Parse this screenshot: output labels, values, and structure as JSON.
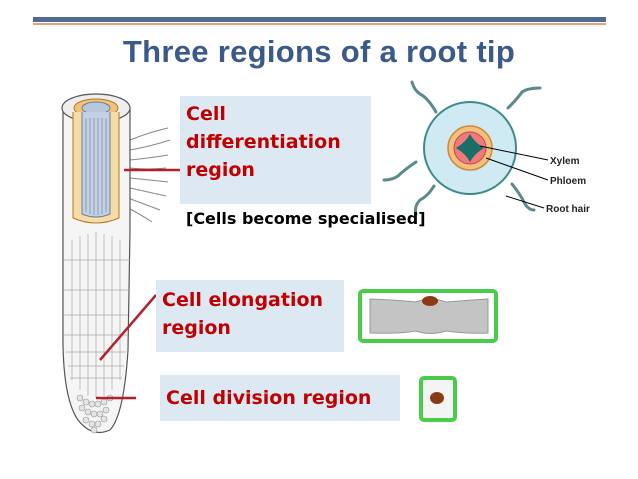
{
  "slide": {
    "title": "Three regions of a root tip"
  },
  "regions": {
    "differentiation": {
      "line1": "Cell",
      "line2": "differentiation",
      "line3": "region",
      "note": "[Cells become specialised]"
    },
    "elongation": {
      "line1": "Cell elongation",
      "line2": "region"
    },
    "division": {
      "label": "Cell division region"
    }
  },
  "cross_section": {
    "xylem_label": "Xylem",
    "phloem_label": "Phloem",
    "root_hair_label": "Root hair"
  },
  "colors": {
    "title": "#3b5a8a",
    "label_text": "#c00000",
    "label_bg": "#dce9f3",
    "cell_border": "#44cc44",
    "cell_fill": "#c0c0c0",
    "nucleus": "#8b3a14"
  }
}
